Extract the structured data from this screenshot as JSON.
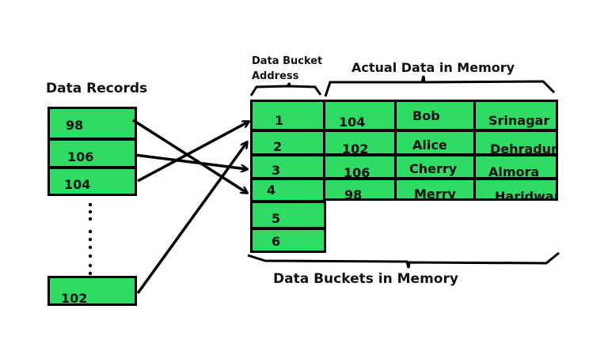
{
  "labels": {
    "data_records": "Data Records",
    "bucket_address": "Data Bucket Address",
    "bucket_address_line1": "Data Bucket",
    "bucket_address_line2": "Address",
    "actual_data": "Actual Data in Memory",
    "buckets_in_memory": "Data Buckets in Memory"
  },
  "records": [
    "98",
    "106",
    "104",
    "102"
  ],
  "buckets": [
    "1",
    "2",
    "3",
    "4",
    "5",
    "6"
  ],
  "memory_rows": [
    {
      "id": "104",
      "name": "Bob",
      "city": "Srinagar"
    },
    {
      "id": "102",
      "name": "Alice",
      "city": "Dehradun"
    },
    {
      "id": "106",
      "name": "Cherry",
      "city": "Almora"
    },
    {
      "id": "98",
      "name": "Merry",
      "city": "Haridwar"
    }
  ],
  "mappings": [
    {
      "record": "98",
      "bucket": "4"
    },
    {
      "record": "106",
      "bucket": "3"
    },
    {
      "record": "104",
      "bucket": "1"
    },
    {
      "record": "102",
      "bucket": "2"
    }
  ],
  "colors": {
    "cell_fill": "#2edc63",
    "stroke": "#000000"
  }
}
